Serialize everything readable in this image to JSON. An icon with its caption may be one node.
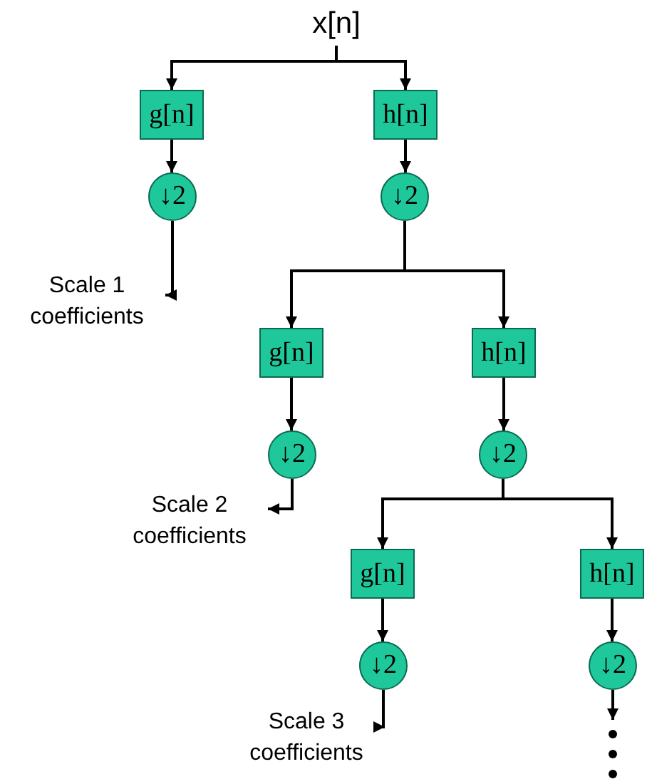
{
  "diagram": {
    "nodes": [
      {
        "text": [
          "x[n]"
        ]
      },
      {
        "text": [
          "g[n]"
        ]
      },
      {
        "text": [
          "h[n]"
        ]
      },
      {
        "text": [
          "↓2"
        ]
      },
      {
        "text": [
          "↓2"
        ]
      },
      {
        "text": [
          "Scale 1 coefficients"
        ]
      },
      {
        "text": [
          "g[n]"
        ]
      },
      {
        "text": [
          "h[n]"
        ]
      },
      {
        "text": [
          "↓2"
        ]
      },
      {
        "text": [
          "↓2"
        ]
      },
      {
        "text": [
          "Scale 2 coefficients"
        ]
      },
      {
        "text": [
          "g[n]"
        ]
      },
      {
        "text": [
          "h[n]"
        ]
      },
      {
        "text": [
          "↓2"
        ]
      },
      {
        "text": [
          "↓2"
        ]
      },
      {
        "text": [
          "Scale 3 coefficients"
        ]
      }
    ],
    "edges": [
      {
        "from": 0,
        "to": 1,
        "arrow": "to"
      },
      {
        "from": 0,
        "to": 2,
        "arrow": "to"
      },
      {
        "from": 1,
        "to": 3,
        "arrow": "to"
      },
      {
        "from": 2,
        "to": 4,
        "arrow": "to"
      },
      {
        "from": 3,
        "to": 5,
        "arrow": "to"
      },
      {
        "from": 4,
        "to": 6,
        "arrow": "to"
      },
      {
        "from": 4,
        "to": 7,
        "arrow": "to"
      },
      {
        "from": 6,
        "to": 8,
        "arrow": "to"
      },
      {
        "from": 7,
        "to": 9,
        "arrow": "to"
      },
      {
        "from": 8,
        "to": 10,
        "arrow": "to"
      },
      {
        "from": 9,
        "to": 11,
        "arrow": "to"
      },
      {
        "from": 9,
        "to": 12,
        "arrow": "to"
      },
      {
        "from": 11,
        "to": 13,
        "arrow": "to"
      },
      {
        "from": 12,
        "to": 14,
        "arrow": "to"
      },
      {
        "from": 13,
        "to": 15,
        "arrow": "to"
      },
      {
        "from": 14,
        "to": null,
        "arrow": "to"
      }
    ]
  }
}
